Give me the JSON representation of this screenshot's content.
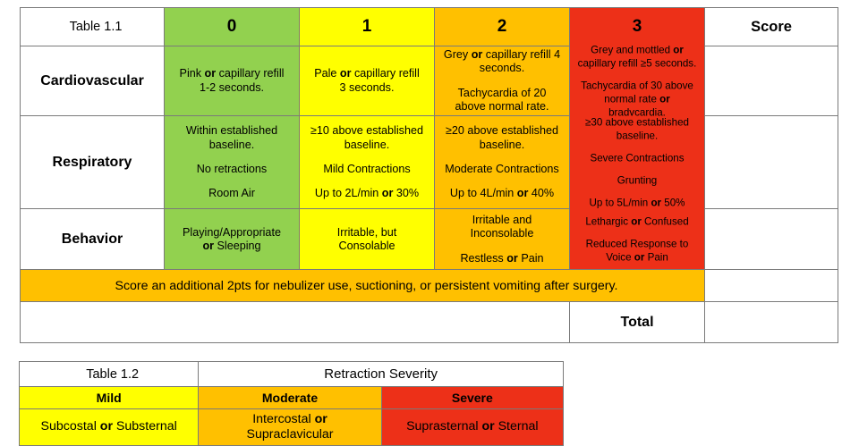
{
  "table_1_1": {
    "title": "Table 1.1",
    "score_header": "Score",
    "score_columns": [
      {
        "label": "0",
        "color": "#92d14f"
      },
      {
        "label": "1",
        "color": "#ffff00"
      },
      {
        "label": "2",
        "color": "#ffc000"
      },
      {
        "label": "3",
        "color": "#ed3018"
      }
    ],
    "rows": [
      {
        "label": "Cardiovascular",
        "cells": {
          "s0": {
            "lines": [
              "Pink or capillary refill",
              "1-2 seconds."
            ]
          },
          "s1": {
            "lines": [
              "Pale or capillary refill",
              "3 seconds."
            ]
          },
          "s2": {
            "lines": [
              "Grey or capillary refill 4",
              "seconds.",
              "",
              "Tachycardia of 20",
              "above normal rate."
            ]
          },
          "s3": {
            "lines": [
              "Grey and mottled or",
              "capillary refill ≥5 seconds.",
              "",
              "Tachycardia of 30 above",
              "normal rate or",
              "bradycardia."
            ]
          }
        }
      },
      {
        "label": "Respiratory",
        "cells": {
          "s0": {
            "lines": [
              "Within established",
              "baseline.",
              "",
              "No retractions",
              "",
              "Room Air"
            ]
          },
          "s1": {
            "lines": [
              "≥10 above established",
              "baseline.",
              "",
              "Mild Contractions",
              "",
              "Up to 2L/min or 30%"
            ]
          },
          "s2": {
            "lines": [
              "≥20 above established",
              "baseline.",
              "",
              "Moderate Contractions",
              "",
              "Up to 4L/min or 40%"
            ]
          },
          "s3": {
            "lines": [
              "≥30 above established",
              "baseline.",
              "",
              "Severe Contractions",
              "",
              "Grunting",
              "",
              "Up to 5L/min or 50%"
            ]
          }
        }
      },
      {
        "label": "Behavior",
        "cells": {
          "s0": {
            "lines": [
              "Playing/Appropriate",
              "or Sleeping"
            ]
          },
          "s1": {
            "lines": [
              "Irritable, but",
              "Consolable"
            ]
          },
          "s2": {
            "lines": [
              "Irritable and",
              "Inconsolable",
              "",
              "Restless or Pain"
            ]
          },
          "s3": {
            "lines": [
              "Lethargic or Confused",
              "",
              "Reduced Response to",
              "Voice or Pain"
            ]
          }
        }
      }
    ],
    "note": "Score an additional 2pts for nebulizer use, suctioning, or persistent vomiting after surgery.",
    "total_label": "Total"
  },
  "table_1_2": {
    "title": "Table 1.2",
    "caption": "Retraction Severity",
    "severities": [
      {
        "label": "Mild",
        "color": "#ffff00",
        "lines": [
          "Subcostal or Substernal"
        ]
      },
      {
        "label": "Moderate",
        "color": "#ffc000",
        "lines": [
          "Intercostal or",
          "Supraclavicular"
        ]
      },
      {
        "label": "Severe",
        "color": "#ed3018",
        "lines": [
          "Suprasternal or Sternal"
        ]
      }
    ]
  },
  "colors": {
    "green": "#92d14f",
    "yellow": "#ffff00",
    "orange": "#ffc000",
    "red": "#ed3018",
    "white": "#ffffff",
    "border": "#7a7a7a"
  }
}
